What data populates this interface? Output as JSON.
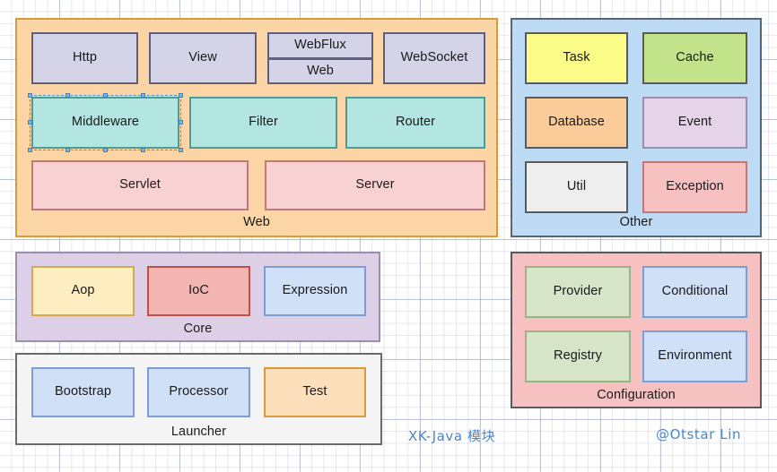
{
  "diagram": {
    "title": "XK-Java 模块",
    "author_watermark": "@Otstar Lin",
    "watermark_color": "#4a86c8",
    "groups": [
      {
        "id": "web",
        "label": "Web",
        "fill": "#fbd5a5",
        "border": "#d79b3c",
        "nodes": [
          {
            "label": "Http",
            "fill": "#d5d3e8",
            "border": "#5f5f7a"
          },
          {
            "label": "View",
            "fill": "#d5d3e8",
            "border": "#5f5f7a"
          },
          {
            "label": "WebFlux",
            "fill": "#d5d3e8",
            "border": "#5f5f7a"
          },
          {
            "label": "Web",
            "fill": "#d5d3e8",
            "border": "#5f5f7a"
          },
          {
            "label": "WebSocket",
            "fill": "#d5d3e8",
            "border": "#5f5f7a"
          },
          {
            "label": "Middleware",
            "fill": "#b3e5e1",
            "border": "#4a9d97",
            "selected": true
          },
          {
            "label": "Filter",
            "fill": "#b3e5e1",
            "border": "#4a9d97"
          },
          {
            "label": "Router",
            "fill": "#b3e5e1",
            "border": "#4a9d97"
          },
          {
            "label": "Servlet",
            "fill": "#f8d2d2",
            "border": "#c07878"
          },
          {
            "label": "Server",
            "fill": "#f8d2d2",
            "border": "#c07878"
          }
        ]
      },
      {
        "id": "other",
        "label": "Other",
        "fill": "#bedbf5",
        "border": "#5a6470",
        "nodes": [
          {
            "label": "Task",
            "fill": "#fbfb87",
            "border": "#5a5a5a"
          },
          {
            "label": "Cache",
            "fill": "#c2e38a",
            "border": "#5a5a5a"
          },
          {
            "label": "Database",
            "fill": "#fbcc9a",
            "border": "#5a5a5a"
          },
          {
            "label": "Event",
            "fill": "#e4d3e9",
            "border": "#9a8fae"
          },
          {
            "label": "Util",
            "fill": "#eeeeee",
            "border": "#5a5a5a"
          },
          {
            "label": "Exception",
            "fill": "#f8c1c1",
            "border": "#c07878"
          }
        ]
      },
      {
        "id": "core",
        "label": "Core",
        "fill": "#ddd0e6",
        "border": "#9a8fae",
        "nodes": [
          {
            "label": "Aop",
            "fill": "#fdeec2",
            "border": "#d7a94a"
          },
          {
            "label": "IoC",
            "fill": "#f2b5b2",
            "border": "#c0504d"
          },
          {
            "label": "Expression",
            "fill": "#cfe0f7",
            "border": "#7b9fd4"
          }
        ]
      },
      {
        "id": "launcher",
        "label": "Launcher",
        "fill": "#f4f4f4",
        "border": "#6a6a6a",
        "nodes": [
          {
            "label": "Bootstrap",
            "fill": "#cfe0f7",
            "border": "#7b9fd4"
          },
          {
            "label": "Processor",
            "fill": "#cfe0f7",
            "border": "#7b9fd4"
          },
          {
            "label": "Test",
            "fill": "#fde0bb",
            "border": "#d79b3c"
          }
        ]
      },
      {
        "id": "configuration",
        "label": "Configuration",
        "fill": "#f8c1c1",
        "border": "#5a5a5a",
        "nodes": [
          {
            "label": "Provider",
            "fill": "#d6e5c8",
            "border": "#9ab184"
          },
          {
            "label": "Conditional",
            "fill": "#cfe0f7",
            "border": "#7b9fd4"
          },
          {
            "label": "Registry",
            "fill": "#d6e5c8",
            "border": "#9ab184"
          },
          {
            "label": "Environment",
            "fill": "#cfe0f7",
            "border": "#7b9fd4"
          }
        ]
      }
    ]
  }
}
